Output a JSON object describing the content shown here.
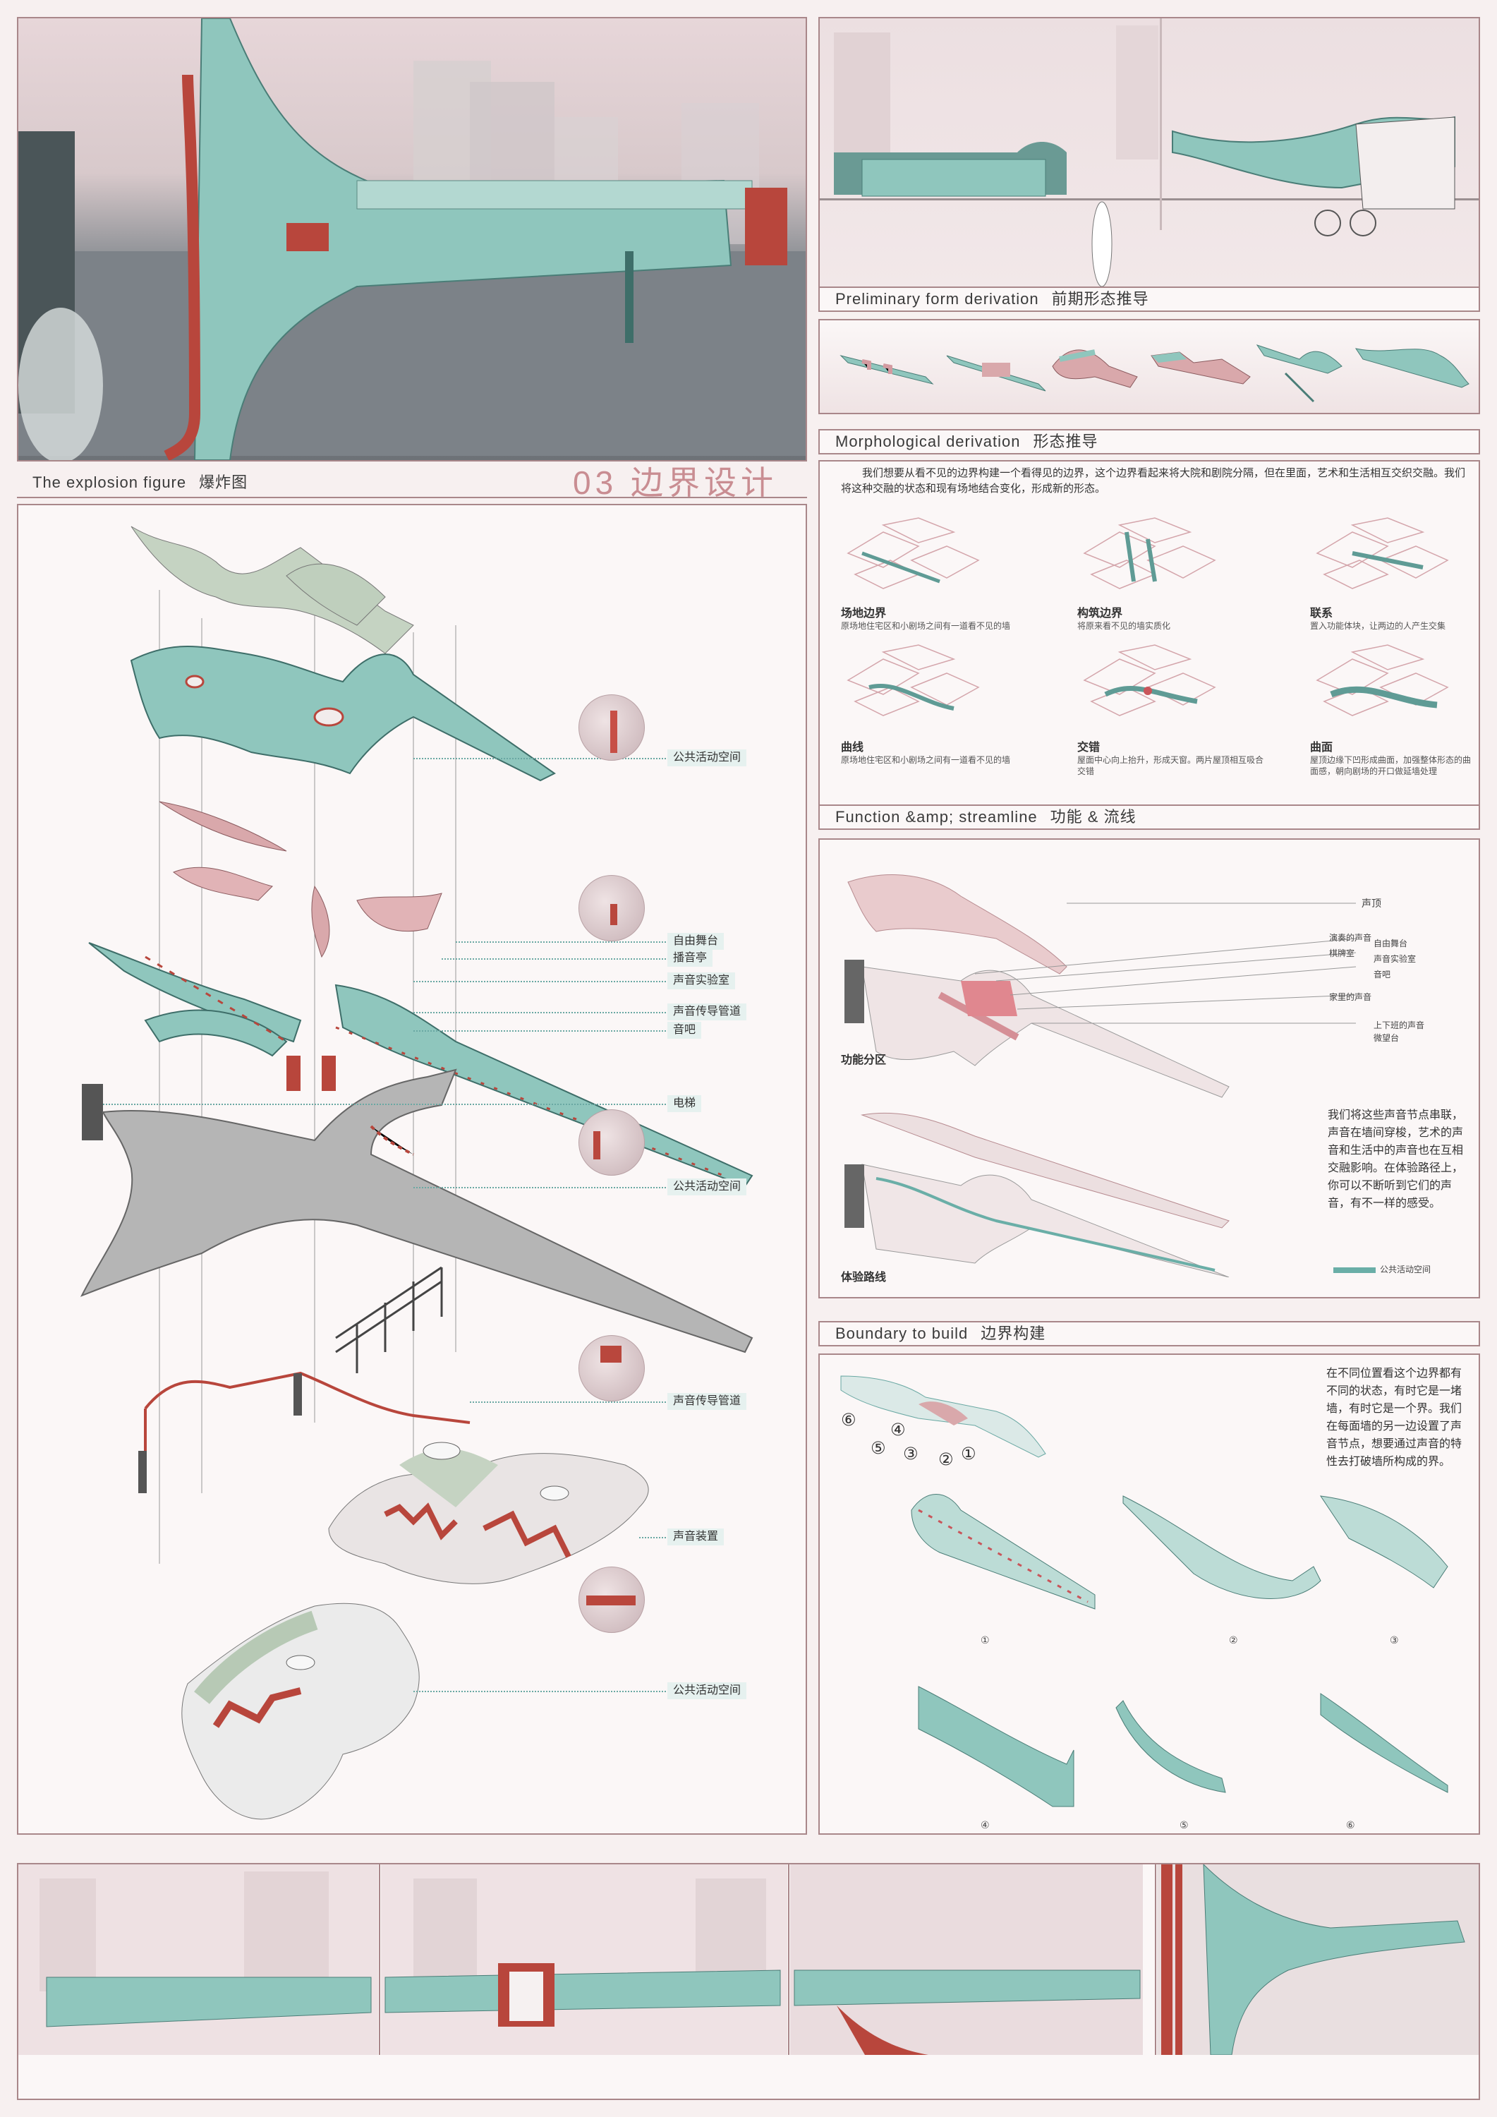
{
  "headers": {
    "explosion": {
      "en": "The explosion figure",
      "cn": "爆炸图"
    },
    "big_title": "03 边界设计",
    "prelim": {
      "en": "Preliminary form derivation",
      "cn": "前期形态推导"
    },
    "morph": {
      "en": "Morphological derivation",
      "cn": "形态推导"
    },
    "function": {
      "en": "Function &amp; streamline",
      "cn": "功能 & 流线"
    },
    "boundary": {
      "en": "Boundary to build",
      "cn": "边界构建"
    }
  },
  "explosion_labels": [
    "公共活动空间",
    "自由舞台",
    "播音亭",
    "声音实验室",
    "声音传导管道",
    "音吧",
    "电梯",
    "公共活动空间",
    "声音传导管道",
    "声音装置",
    "公共活动空间"
  ],
  "morph_intro": "我们想要从看不见的边界构建一个看得见的边界，这个边界看起来将大院和剧院分隔，但在里面，艺术和生活相互交织交融。我们将这种交融的状态和现有场地结合变化，形成新的形态。",
  "morph_items": [
    {
      "title": "场地边界",
      "desc": "原场地住宅区和小剧场之间有一道看不见的墙"
    },
    {
      "title": "构筑边界",
      "desc": "将原来看不见的墙实质化"
    },
    {
      "title": "联系",
      "desc": "置入功能体块，让两边的人产生交集"
    },
    {
      "title": "曲线",
      "desc": "原场地住宅区和小剧场之间有一道看不见的墙"
    },
    {
      "title": "交错",
      "desc": "屋面中心向上抬升，形成天窗。两片屋顶相互吸合交错"
    },
    {
      "title": "曲面",
      "desc": "屋顶边缘下凹形成曲面，加强整体形态的曲面感，朝向剧场的开口做延墙处理"
    }
  ],
  "function": {
    "zone_title": "功能分区",
    "route_title": "体验路线",
    "labels": [
      "声顶",
      "演奏的声音",
      "棋牌室",
      "自由舞台",
      "声音实验室",
      "音吧",
      "家里的声音",
      "上下班的声音",
      "微望台"
    ],
    "paragraph": "我们将这些声音节点串联，声音在墙间穿梭，艺术的声音和生活中的声音也在互相交融影响。在体验路径上，你可以不断听到它们的声音，有不一样的感受。",
    "legend": "公共活动空间"
  },
  "boundary": {
    "paragraph": "在不同位置看这个边界都有不同的状态，有时它是一堵墙，有时它是一个界。我们在每面墙的另一边设置了声音节点，想要通过声音的特性去打破墙所构成的界。",
    "numbers": [
      "⑥",
      "④",
      "⑤",
      "③",
      "②",
      "①"
    ],
    "view_labels": [
      "①",
      "②",
      "③",
      "④",
      "⑤",
      "⑥"
    ]
  },
  "colors": {
    "teal": "#8cc7bd",
    "pink": "#d9a8ab",
    "red": "#b8473c",
    "frame": "#a9878a"
  }
}
